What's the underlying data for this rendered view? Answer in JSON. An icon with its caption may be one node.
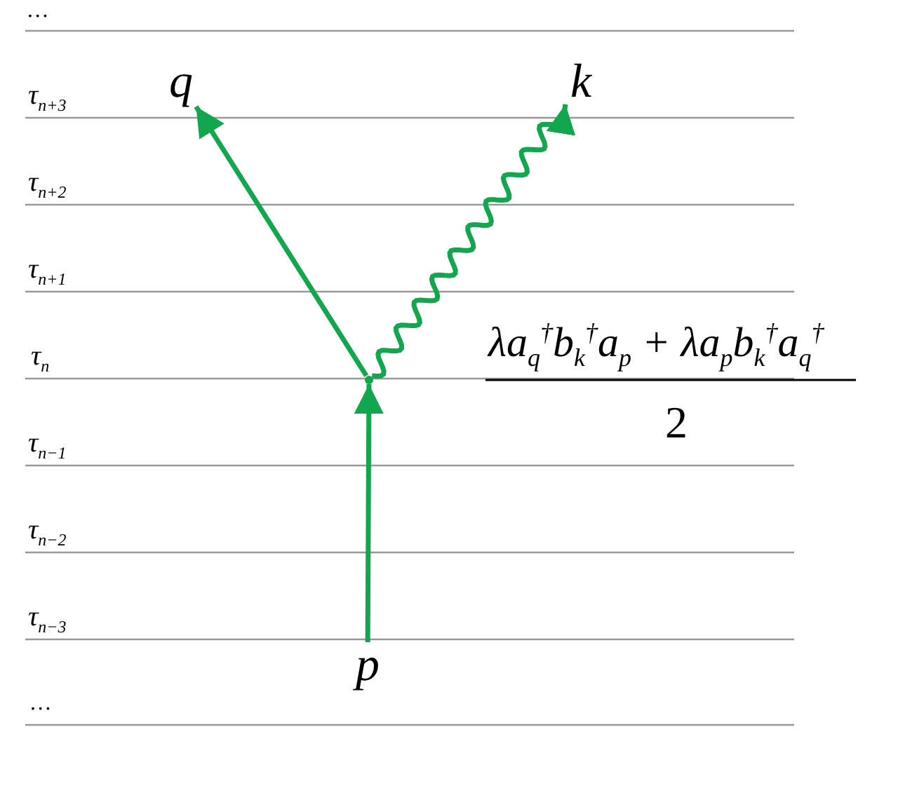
{
  "diagram": {
    "nodes": [
      {
        "text": [
          "q"
        ]
      },
      {
        "text": [
          "k"
        ]
      },
      {
        "text": [],
        "shape": "circle"
      },
      {
        "text": [
          "p"
        ]
      }
    ],
    "edges": [
      {
        "from": 3,
        "to": 2,
        "arrow": "to"
      },
      {
        "from": 2,
        "to": 0,
        "arrow": "to"
      },
      {
        "from": 2,
        "to": 1,
        "arrow": "to"
      }
    ],
    "labels": [
      "…",
      "τ$_{n+3}$",
      "τ$_{n+2}$",
      "τ$_{n+1}$",
      "τ$_{n}$",
      "τ$_{n−1}$",
      "τ$_{n−2}$",
      "τ$_{n−3}$",
      "…",
      "λa$_{q}$$^{†}$b$_{k}$$^{†}$a$_{p}$ + λa$_{p}$b$_{k}$$^{†}$a$_{q}$$^{†}$",
      "2"
    ]
  }
}
